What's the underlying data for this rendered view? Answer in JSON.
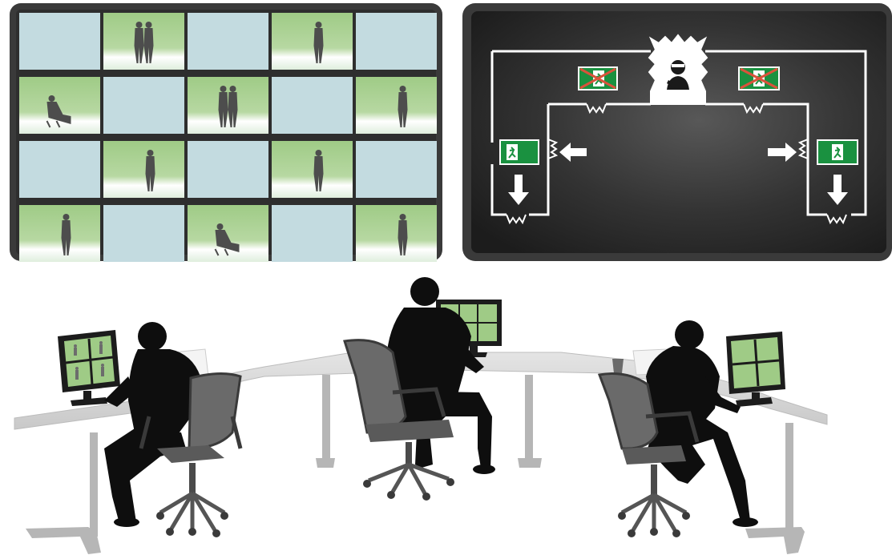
{
  "scene": {
    "video_wall": {
      "rows": 4,
      "cols": 5,
      "tiles": [
        {
          "bg": "blue",
          "figure": null
        },
        {
          "bg": "green",
          "figure": "two-people-standing"
        },
        {
          "bg": "blue",
          "figure": null
        },
        {
          "bg": "green",
          "figure": "person-walking"
        },
        {
          "bg": "blue",
          "figure": null
        },
        {
          "bg": "green",
          "figure": "person-seated-laptop"
        },
        {
          "bg": "blue",
          "figure": null
        },
        {
          "bg": "green",
          "figure": "two-people-standing"
        },
        {
          "bg": "blue",
          "figure": null
        },
        {
          "bg": "green",
          "figure": "person-standing-phone"
        },
        {
          "bg": "blue",
          "figure": null
        },
        {
          "bg": "green",
          "figure": "person-standing-bag"
        },
        {
          "bg": "blue",
          "figure": null
        },
        {
          "bg": "green",
          "figure": "person-standing"
        },
        {
          "bg": "blue",
          "figure": null
        },
        {
          "bg": "green",
          "figure": "person-briefcase"
        },
        {
          "bg": "blue",
          "figure": null
        },
        {
          "bg": "green",
          "figure": "person-at-desk"
        },
        {
          "bg": "blue",
          "figure": null
        },
        {
          "bg": "green",
          "figure": "person-walking-phone"
        }
      ]
    },
    "floor_plan": {
      "icons": [
        "blocked-exit-icon",
        "intruder-icon",
        "blocked-exit-icon",
        "exit-sign-icon",
        "exit-sign-icon"
      ],
      "arrows": [
        "arrow-left-icon",
        "arrow-right-icon",
        "arrow-down-icon",
        "arrow-down-icon"
      ]
    },
    "colors": {
      "tile_blue": "#c3dbe0",
      "tile_green": "#a9d08e",
      "frame": "#3c3c3c",
      "plan_bg": "#2c2c2c",
      "exit_green": "#1a9140",
      "blocked_red": "#d9533b",
      "silhouette": "#111111",
      "desk": "#d8d8d8"
    }
  }
}
